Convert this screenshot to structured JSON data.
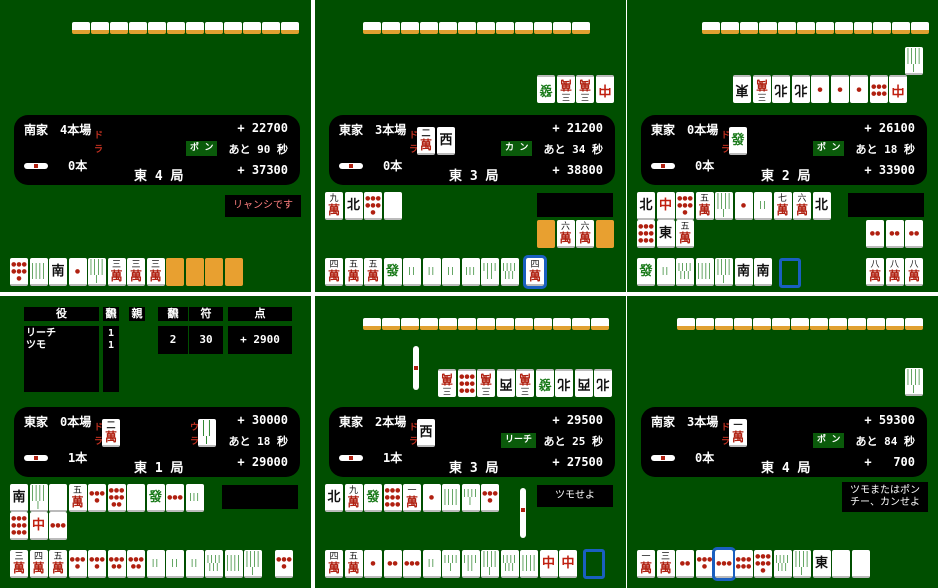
{
  "colors": {
    "table": "#004f00",
    "wall_edge": "#e0a030",
    "tile_back": "#e8a030",
    "highlight": "#1a5fc0",
    "man_red": "#b02010",
    "badge": "#0a5a0a"
  },
  "panels": [
    {
      "info": {
        "seat": "南家",
        "honba": "4本場",
        "dora_label": [
          "ド",
          "ラ"
        ],
        "dora": [],
        "sticks": "0本",
        "round": "東 4 局",
        "call": "ポ ン",
        "score_top": "+ 22700",
        "timer": "あと 90 秒",
        "score_bottom": "+ 37300"
      },
      "message": "リャンシです",
      "wall_count": 12,
      "opp_melds": [],
      "discards": [
        [],
        []
      ],
      "hand": [
        "p7",
        "s8",
        "S",
        "p1",
        "s9",
        "m3",
        "m3",
        "m3",
        "back",
        "back",
        "back",
        "back"
      ]
    },
    {
      "info": {
        "seat": "東家",
        "honba": "3本場",
        "dora_label": [
          "ド",
          "ラ"
        ],
        "dora": [
          "m2",
          "W"
        ],
        "sticks": "0本",
        "round": "東 3 局",
        "call": "カ ン",
        "score_top": "+ 21200",
        "timer": "あと 34 秒",
        "score_bottom": "+ 38800"
      },
      "message": "",
      "wall_count": 12,
      "opp_melds": [
        "F",
        "m3",
        "m3",
        "C"
      ],
      "discards": [
        [
          "m9",
          "N",
          "p7",
          "H"
        ],
        []
      ],
      "meld": [
        "back",
        "m6",
        "m6",
        "back"
      ],
      "hand": [
        "m4",
        "m5",
        "m5",
        "F",
        "s2",
        "s2",
        "s2",
        "s3",
        "s6",
        "s7"
      ],
      "drawn": "m4"
    },
    {
      "info": {
        "seat": "東家",
        "honba": "0本場",
        "dora_label": [
          "ド",
          "ラ"
        ],
        "dora": [
          "F"
        ],
        "sticks": "0本",
        "round": "東 2 局",
        "call": "ポ ン",
        "score_top": "+ 26100",
        "timer": "あと 18 秒",
        "score_bottom": "+ 33900"
      },
      "message": "",
      "wall_count": 12,
      "opp_melds": [
        "E",
        "m3",
        "N",
        "N",
        "p1",
        "p1",
        "p1",
        "p6",
        "C"
      ],
      "discards": [
        [
          "N",
          "C",
          "p7",
          "m5",
          "s9",
          "p1",
          "s2",
          "m7",
          "m6",
          "N"
        ],
        [
          "p9",
          "E",
          "m5"
        ]
      ],
      "meld": [
        "p2",
        "p2",
        "p2"
      ],
      "meld2": [
        "m8",
        "m8",
        "m8"
      ],
      "hand": [
        "F",
        "s2",
        "s7",
        "s8",
        "s9",
        "S",
        "S"
      ]
    },
    {
      "yaku": {
        "headers": [
          "役",
          "飜",
          "親",
          "飜",
          "符",
          "点"
        ],
        "names": [
          "リーチ",
          "ツモ"
        ],
        "han_list": [
          "1",
          "1"
        ],
        "han": "2",
        "fu": "30",
        "points": "+ 2900"
      },
      "info": {
        "seat": "東家",
        "honba": "0本場",
        "dora_label": [
          "ド",
          "ラ"
        ],
        "ura_label": [
          "ウ",
          "ラ"
        ],
        "dora": [
          "m2"
        ],
        "ura": [
          "s5"
        ],
        "sticks": "1本",
        "round": "東 1 局",
        "call": "",
        "score_top": "+ 30000",
        "timer": "あと 18 秒",
        "score_bottom": "+ 29000"
      },
      "discards": [
        [
          "S",
          "s9",
          "H",
          "m5",
          "p4",
          "p8",
          "H",
          "F",
          "p3",
          "s3"
        ],
        [
          "p9",
          "C",
          "p3"
        ]
      ],
      "hand": [
        "m3",
        "m4",
        "m5",
        "p4",
        "p4",
        "p5",
        "p5",
        "s2",
        "s2",
        "s2",
        "s7",
        "s8",
        "s9"
      ],
      "win_tile": "p4"
    },
    {
      "info": {
        "seat": "東家",
        "honba": "2本場",
        "dora_label": [
          "ド",
          "ラ"
        ],
        "dora": [
          "W"
        ],
        "sticks": "1本",
        "round": "東 3 局",
        "call": "リーチ",
        "score_top": "+ 29500",
        "timer": "あと 25 秒",
        "score_bottom": "+ 27500"
      },
      "message": "ツモせよ",
      "wall_count": 13,
      "opp_melds": [
        "m3",
        "p9",
        "m3",
        "W",
        "m3",
        "F",
        "N",
        "W",
        "N"
      ],
      "discards": [
        [
          "N",
          "m9",
          "F",
          "p9",
          "m1",
          "p1",
          "s8",
          "s5",
          "p4"
        ],
        []
      ],
      "hand": [
        "m4",
        "m5",
        "p1",
        "p2",
        "p3",
        "s2",
        "s5",
        "s6",
        "s9",
        "s7",
        "s8",
        "C",
        "C"
      ]
    },
    {
      "info": {
        "seat": "南家",
        "honba": "3本場",
        "dora_label": [
          "ド",
          "ラ"
        ],
        "dora": [
          "m1"
        ],
        "sticks": "0本",
        "round": "東 4 局",
        "call": "ポ ン",
        "score_top": "+ 59300",
        "timer": "あと 84 秒",
        "score_bottom": "+   700"
      },
      "message": "ツモまたはポン チー、カンせよ",
      "wall_count": 13,
      "opp_melds": [],
      "discards": [
        [],
        []
      ],
      "side_tile": "s9",
      "hand": [
        "m1",
        "m3",
        "p2",
        "p4",
        "p3",
        "p6",
        "p7",
        "s7",
        "s9",
        "E",
        "H",
        "H"
      ],
      "cursor_index": 4
    }
  ]
}
